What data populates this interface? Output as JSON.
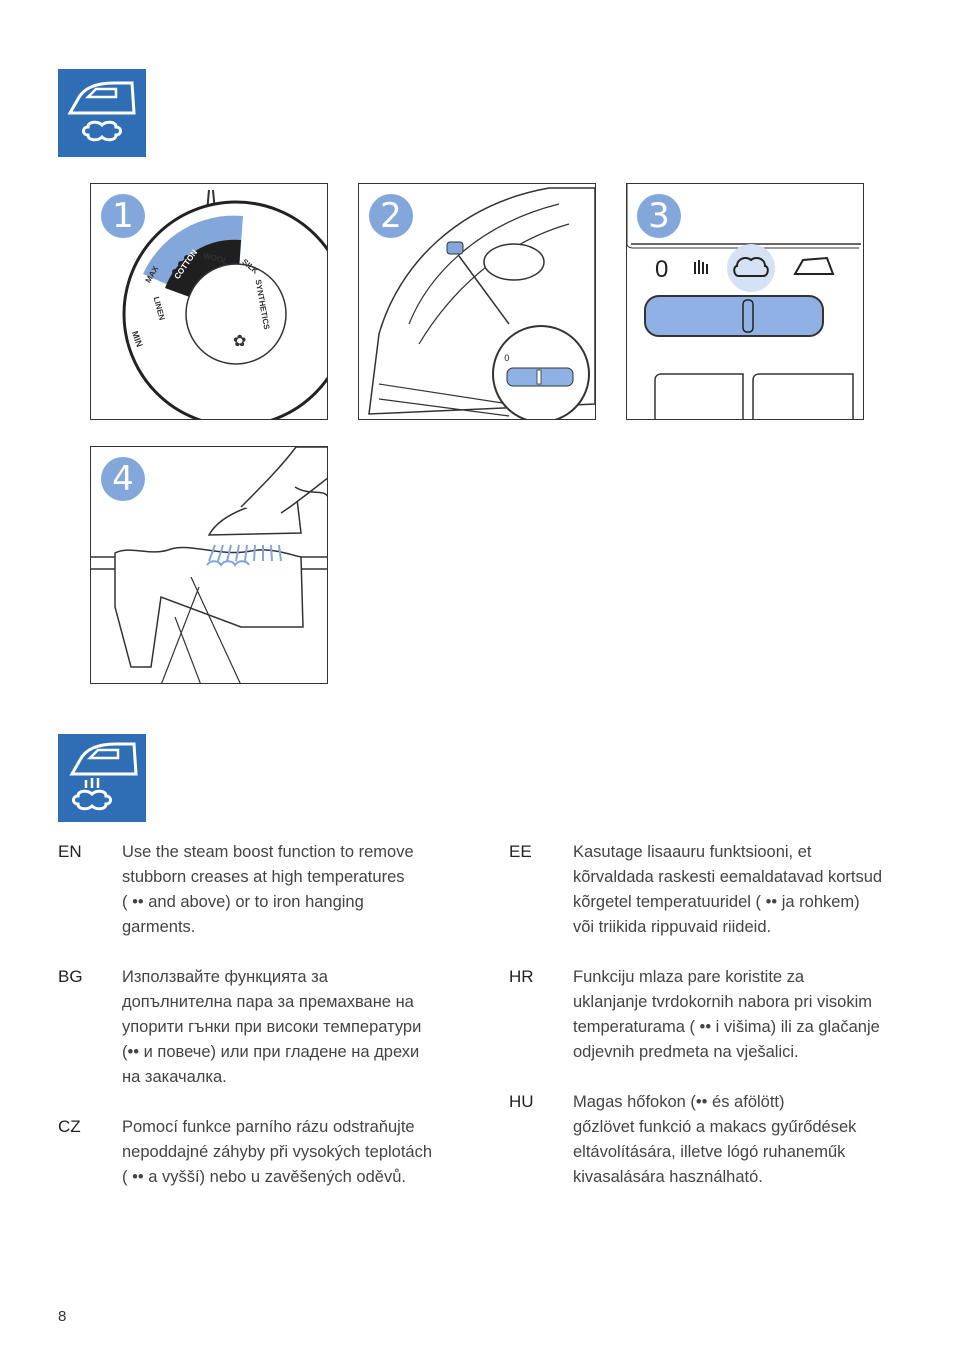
{
  "steps": [
    "1",
    "2",
    "3",
    "4"
  ],
  "dial": {
    "min": "MIN",
    "linen": "LINEN",
    "cotton": "COTTON",
    "max": "MAX",
    "wool": "WOOL",
    "silk": "SILK",
    "synthetics": "SYNTHETICS"
  },
  "slider": {
    "zero_label": "0"
  },
  "sections": [
    {
      "code": "EN",
      "lines": [
        "Use the steam boost function to remove",
        "stubborn creases at high temperatures",
        "( •• and above) or to iron hanging",
        "garments."
      ]
    },
    {
      "code": "BG",
      "lines": [
        "Използвайте функцията за",
        "допълнителна пара за премахване на",
        "упорити гънки при високи температури",
        "(•• и повече) или при гладене на дрехи",
        "на закачалка."
      ]
    },
    {
      "code": "CZ",
      "lines": [
        "Pomocí funkce parního rázu odstraňujte",
        "nepoddajné záhyby při vysokých teplotách",
        "( •• a vyšší) nebo u zavěšených oděvů."
      ]
    },
    {
      "code": "EE",
      "lines": [
        "Kasutage lisaauru funktsiooni, et",
        "kõrvaldada raskesti eemaldatavad kortsud",
        "kõrgetel temperatuuridel ( •• ja rohkem)",
        "või triikida rippuvaid riideid."
      ]
    },
    {
      "code": "HR",
      "lines": [
        "Funkciju mlaza pare koristite za",
        "uklanjanje tvrdokornih nabora pri visokim",
        "temperaturama ( •• i višima) ili za glačanje",
        "odjevnih predmeta na vješalici."
      ]
    },
    {
      "code": "HU",
      "lines": [
        "Magas hőfokon (•• és afölött)",
        "gőzlövet funkció a makacs gyűrődések",
        "eltávolítására, illetve lógó ruhaneműk",
        "kivasalására használható."
      ]
    }
  ],
  "page_number": "8",
  "colors": {
    "brand_blue": "#2f6db5",
    "step_blue": "#84a7db",
    "light_blue": "#8fb1e3"
  }
}
